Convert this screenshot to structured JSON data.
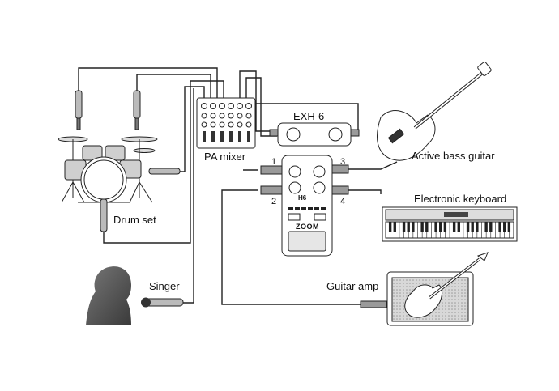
{
  "labels": {
    "exh6": "EXH-6",
    "pa_mixer": "PA mixer",
    "drum_set": "Drum set",
    "active_bass_guitar": "Active bass guitar",
    "electronic_keyboard": "Electronic keyboard",
    "singer": "Singer",
    "guitar_amp": "Guitar amp"
  },
  "inputs": {
    "in1": "1",
    "in2": "2",
    "in3": "3",
    "in4": "4"
  },
  "recorder": {
    "brand": "ZOOM",
    "model": "H6"
  },
  "colors": {
    "line": "#222222",
    "cable_fill": "#9a9a9a",
    "silhouette": "#555555"
  }
}
